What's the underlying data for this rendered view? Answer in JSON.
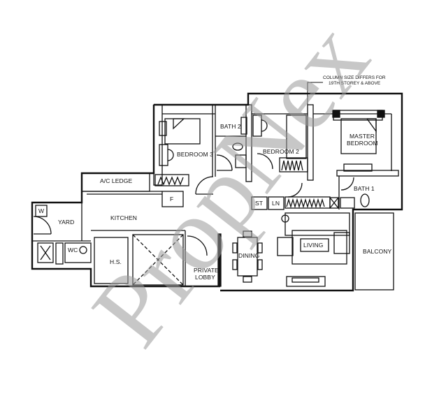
{
  "plan": {
    "type": "residential-floor-plan",
    "watermark": "PropNex",
    "note": {
      "line1": "COLUMN SIZE DIFFERS FOR",
      "line2": "19TH STOREY & ABOVE"
    },
    "rooms": {
      "bedroom3": "BEDROOM 3",
      "bath2": "BATH 2",
      "bedroom2": "BEDROOM 2",
      "master_line1": "MASTER",
      "master_line2": "BEDROOM",
      "bath1": "BATH 1",
      "ac_ledge": "A/C LEDGE",
      "fridge": "F",
      "st": "ST",
      "ln": "LN",
      "washer": "W",
      "yard": "YARD",
      "kitchen": "KITCHEN",
      "wc": "WC",
      "hs": "H.S.",
      "private_lobby_line1": "PRIVATE",
      "private_lobby_line2": "LOBBY",
      "dining": "DINING",
      "living": "LIVING",
      "balcony": "BALCONY"
    },
    "colors": {
      "wall": "#111111",
      "watermark": "#9a9a9a",
      "background": "#ffffff"
    }
  }
}
